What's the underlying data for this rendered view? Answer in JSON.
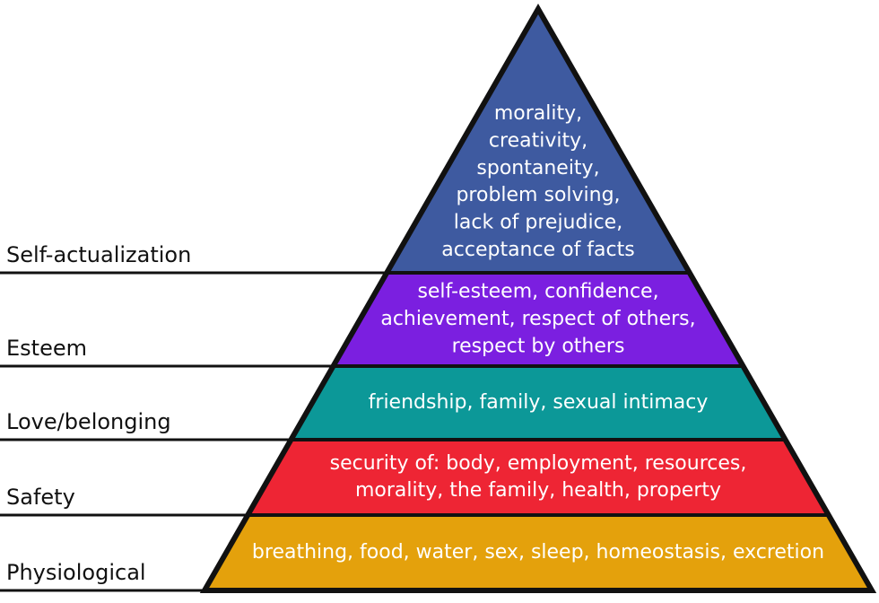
{
  "colors": {
    "outline": "#111111",
    "text": "#ffffff",
    "label": "#111111"
  },
  "tiers": [
    {
      "label": "Self-actualization",
      "color": "#3e5aa0",
      "lines": [
        "morality,",
        "creativity,",
        "spontaneity,",
        "problem solving,",
        "lack of prejudice,",
        "acceptance of facts"
      ]
    },
    {
      "label": "Esteem",
      "color": "#7b1fe0",
      "lines": [
        "self-esteem, confidence,",
        "achievement, respect of others,",
        "respect by others"
      ]
    },
    {
      "label": "Love/belonging",
      "color": "#0c9898",
      "lines": [
        "friendship, family, sexual intimacy"
      ]
    },
    {
      "label": "Safety",
      "color": "#ee2534",
      "lines": [
        "security of: body, employment, resources,",
        "morality, the family, health, property"
      ]
    },
    {
      "label": "Physiological",
      "color": "#e4a10c",
      "lines": [
        "breathing, food, water, sex, sleep, homeostasis, excretion"
      ]
    }
  ]
}
